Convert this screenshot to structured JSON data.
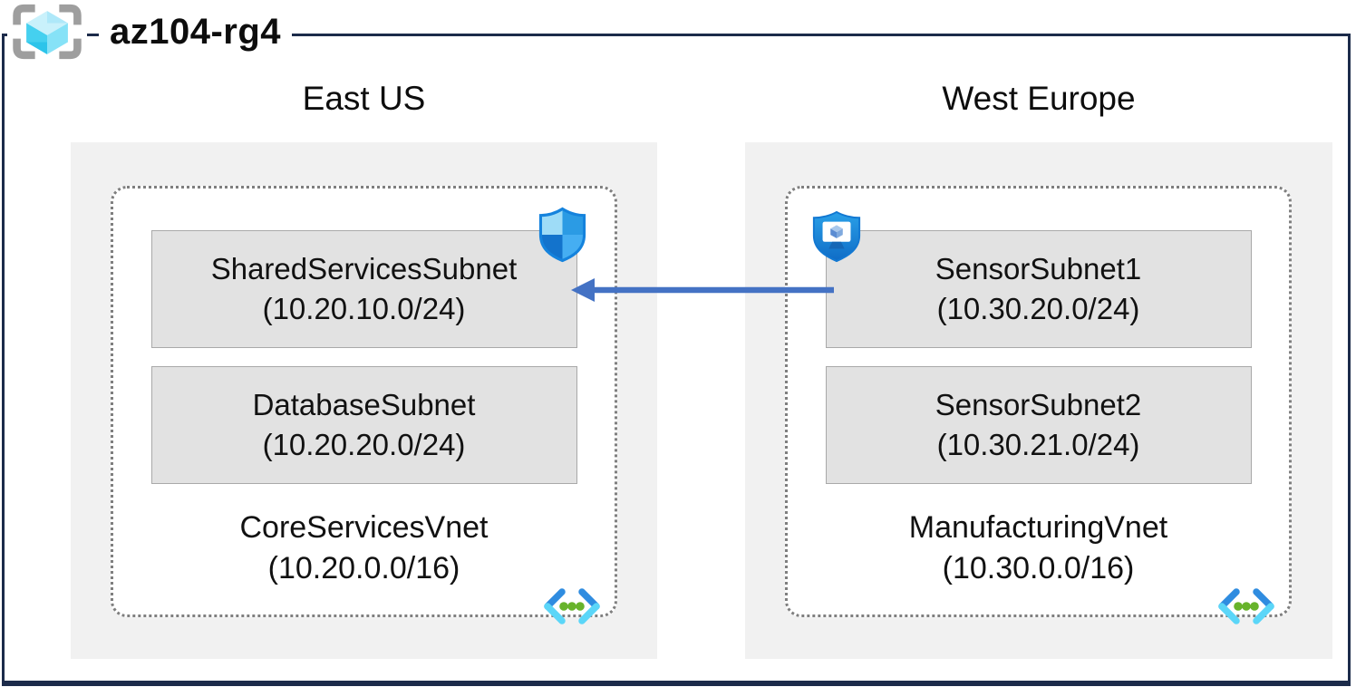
{
  "title": "az104-rg4",
  "regions": [
    {
      "name": "East US",
      "vnet": {
        "name": "CoreServicesVnet",
        "cidr": "(10.20.0.0/16)",
        "subnets": [
          {
            "name": "SharedServicesSubnet",
            "cidr": "(10.20.10.0/24)"
          },
          {
            "name": "DatabaseSubnet",
            "cidr": "(10.20.20.0/24)"
          }
        ]
      }
    },
    {
      "name": "West Europe",
      "vnet": {
        "name": "ManufacturingVnet",
        "cidr": "(10.30.0.0/16)",
        "subnets": [
          {
            "name": "SensorSubnet1",
            "cidr": "(10.30.20.0/24)"
          },
          {
            "name": "SensorSubnet2",
            "cidr": "(10.30.21.0/24)"
          }
        ]
      }
    }
  ],
  "connection": {
    "from": "SensorSubnet1",
    "to": "SharedServicesSubnet",
    "direction": "right-to-left",
    "color": "#4472c4"
  },
  "icons": {
    "resource_group": "resource-group-icon",
    "nsg_shield": "network-security-group-shield-icon",
    "sensor_shield": "defender-iot-sensor-shield-icon",
    "virtual_network": "virtual-network-icon"
  },
  "colors": {
    "frame_border": "#1c2b4a",
    "region_fill": "#f1f1f1",
    "subnet_fill": "#e2e2e2",
    "subnet_border": "#a9a9a9",
    "dotted_border": "#7f7f7f",
    "arrow": "#4472c4"
  }
}
